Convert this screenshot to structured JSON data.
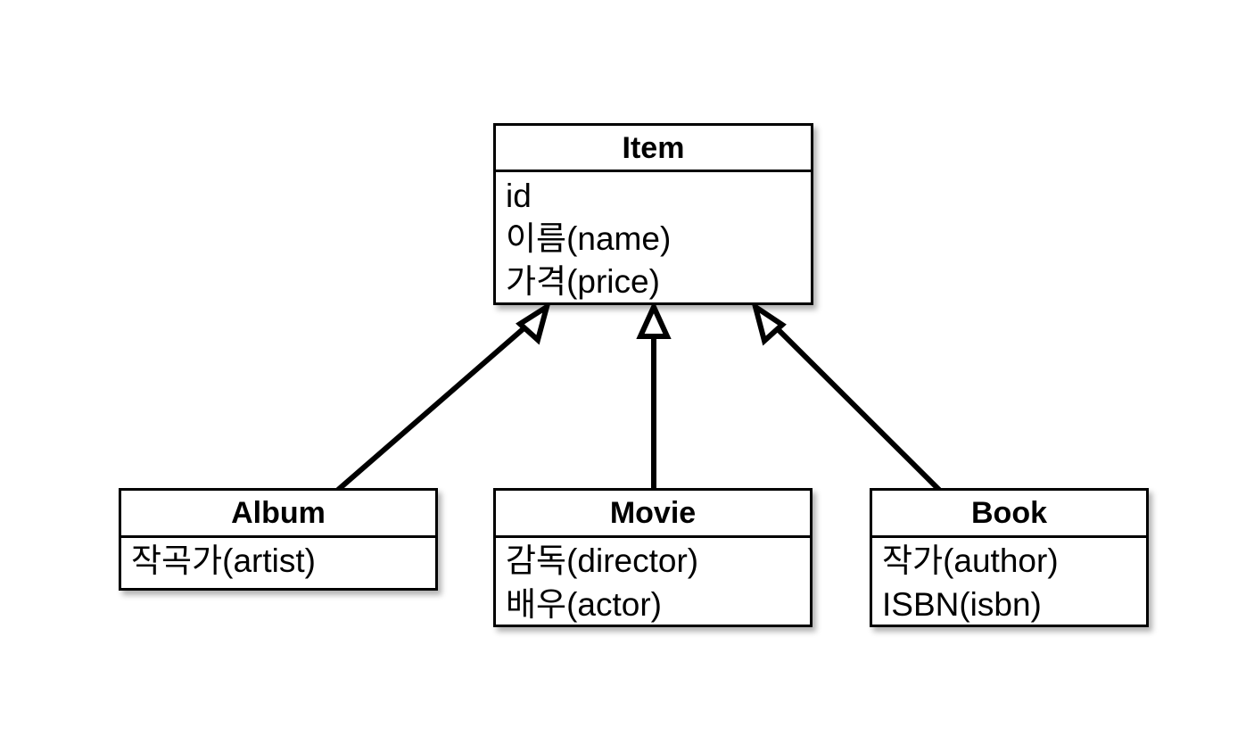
{
  "diagram": {
    "type": "uml-class-diagram",
    "background_color": "#ffffff",
    "line_color": "#000000",
    "relationship_type": "generalization",
    "superclass": {
      "name": "Item",
      "title": "Item",
      "attributes": [
        "id",
        "이름(name)",
        "가격(price)"
      ]
    },
    "subclasses": [
      {
        "name": "Album",
        "title": "Album",
        "attributes": [
          "작곡가(artist)"
        ]
      },
      {
        "name": "Movie",
        "title": "Movie",
        "attributes": [
          "감독(director)",
          "배우(actor)"
        ]
      },
      {
        "name": "Book",
        "title": "Book",
        "attributes": [
          "작가(author)",
          "ISBN(isbn)"
        ]
      }
    ],
    "edges": [
      {
        "from": "Album",
        "to": "Item",
        "arrow": "hollow-triangle"
      },
      {
        "from": "Movie",
        "to": "Item",
        "arrow": "hollow-triangle"
      },
      {
        "from": "Book",
        "to": "Item",
        "arrow": "hollow-triangle"
      }
    ]
  }
}
